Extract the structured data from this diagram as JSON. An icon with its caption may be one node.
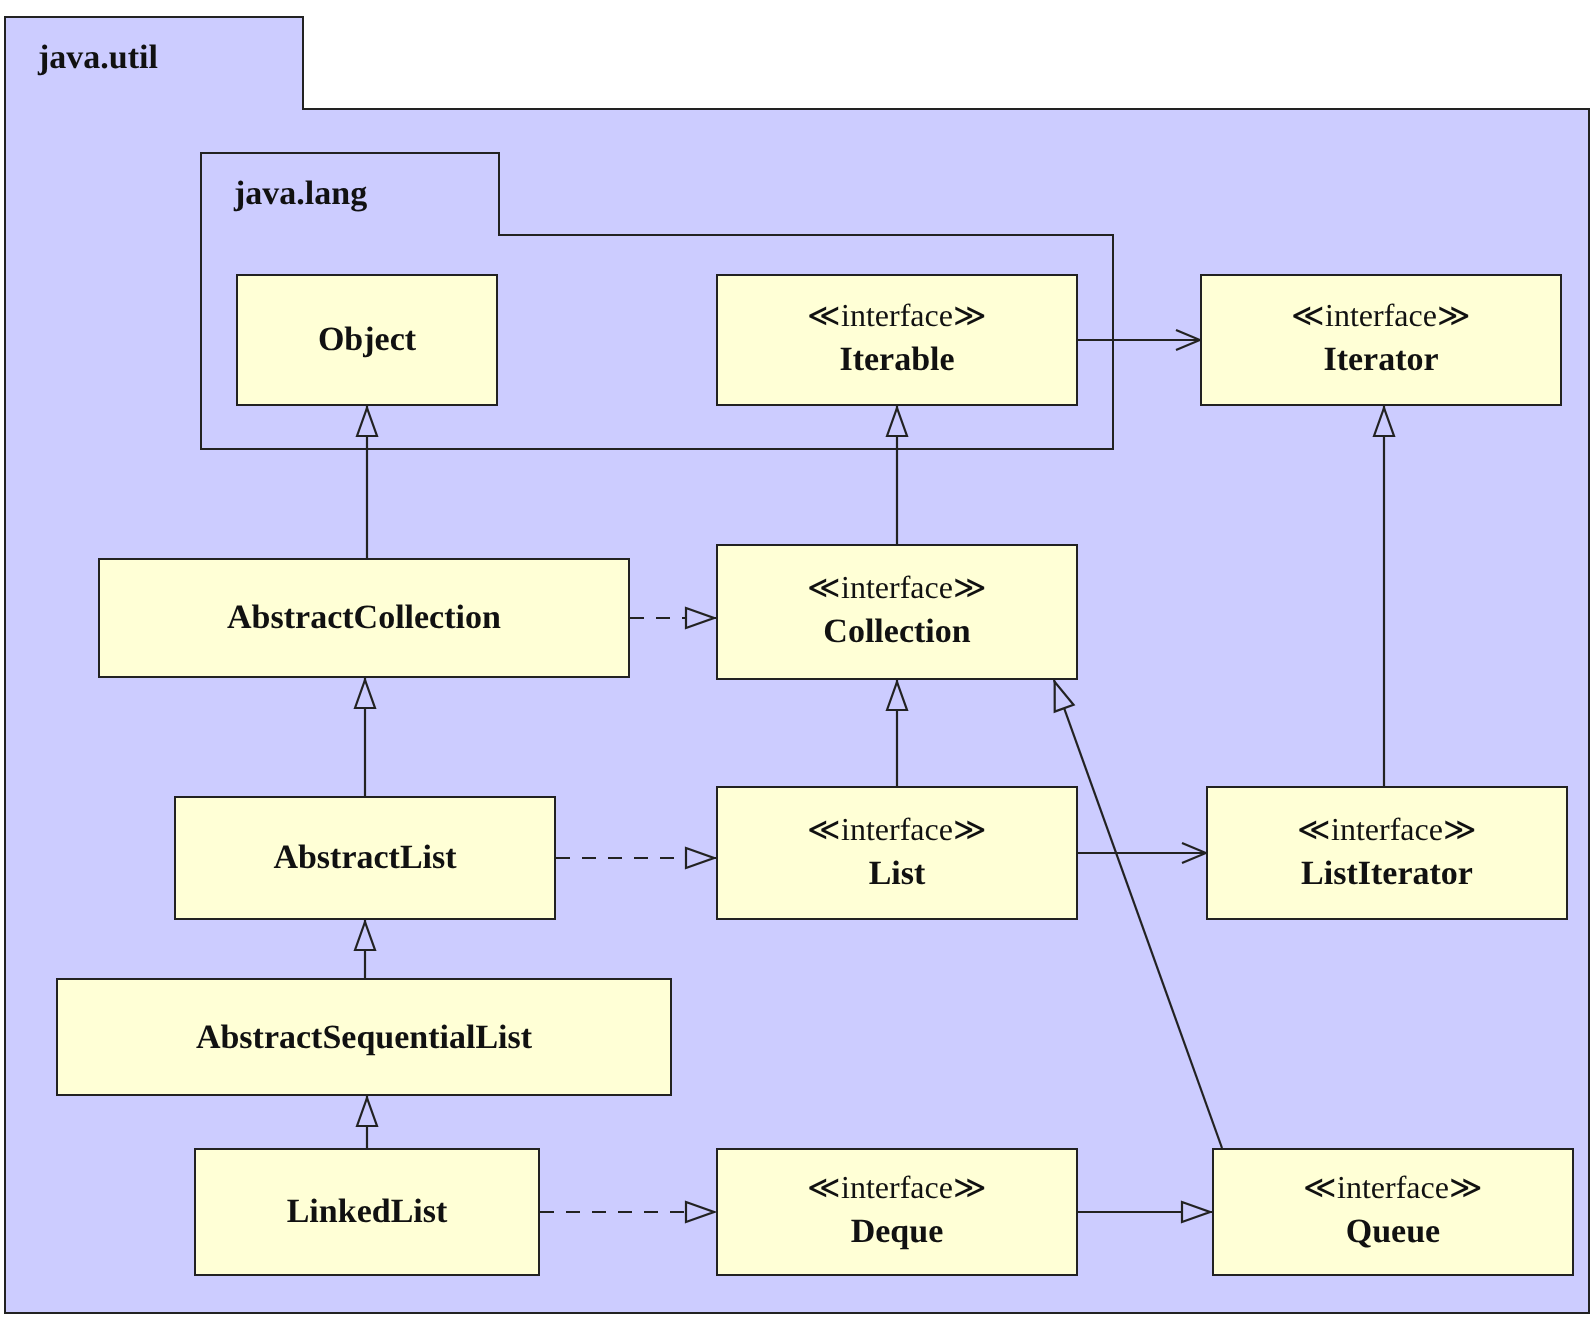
{
  "diagram": {
    "nodes": [
      {
        "text": [
          "java.util"
        ]
      },
      {
        "text": [
          "java.lang"
        ],
        "in": 0
      },
      {
        "text": [
          "Object"
        ],
        "in": 1
      },
      {
        "text": [
          "≪interface≫",
          "Iterable"
        ],
        "in": 1
      },
      {
        "text": [
          "≪interface≫",
          "Iterator"
        ],
        "in": 0
      },
      {
        "text": [
          "AbstractCollection"
        ],
        "in": 0
      },
      {
        "text": [
          "≪interface≫",
          "Collection"
        ],
        "in": 0
      },
      {
        "text": [
          "AbstractList"
        ],
        "in": 0
      },
      {
        "text": [
          "≪interface≫",
          "List"
        ],
        "in": 0
      },
      {
        "text": [
          "≪interface≫",
          "ListIterator"
        ],
        "in": 0
      },
      {
        "text": [
          "AbstractSequentialList"
        ],
        "in": 0
      },
      {
        "text": [
          "LinkedList"
        ],
        "in": 0
      },
      {
        "text": [
          "≪interface≫",
          "Deque"
        ],
        "in": 0
      },
      {
        "text": [
          "≪interface≫",
          "Queue"
        ],
        "in": 0
      }
    ],
    "edges": [
      {
        "from": 3,
        "to": 4,
        "arrow": "to"
      },
      {
        "from": 5,
        "to": 2,
        "arrow": "to"
      },
      {
        "from": 6,
        "to": 3,
        "arrow": "to"
      },
      {
        "from": 5,
        "to": 6,
        "arrow": "to",
        "style": "dashed"
      },
      {
        "from": 7,
        "to": 5,
        "arrow": "to"
      },
      {
        "from": 8,
        "to": 6,
        "arrow": "to"
      },
      {
        "from": 7,
        "to": 8,
        "arrow": "to",
        "style": "dashed"
      },
      {
        "from": 8,
        "to": 9,
        "arrow": "to"
      },
      {
        "from": 9,
        "to": 4,
        "arrow": "to"
      },
      {
        "from": 10,
        "to": 7,
        "arrow": "to"
      },
      {
        "from": 11,
        "to": 10,
        "arrow": "to"
      },
      {
        "from": 11,
        "to": 12,
        "arrow": "to",
        "style": "dashed"
      },
      {
        "from": 12,
        "to": 13,
        "arrow": "to"
      },
      {
        "from": 13,
        "to": 6,
        "arrow": "to"
      }
    ]
  }
}
